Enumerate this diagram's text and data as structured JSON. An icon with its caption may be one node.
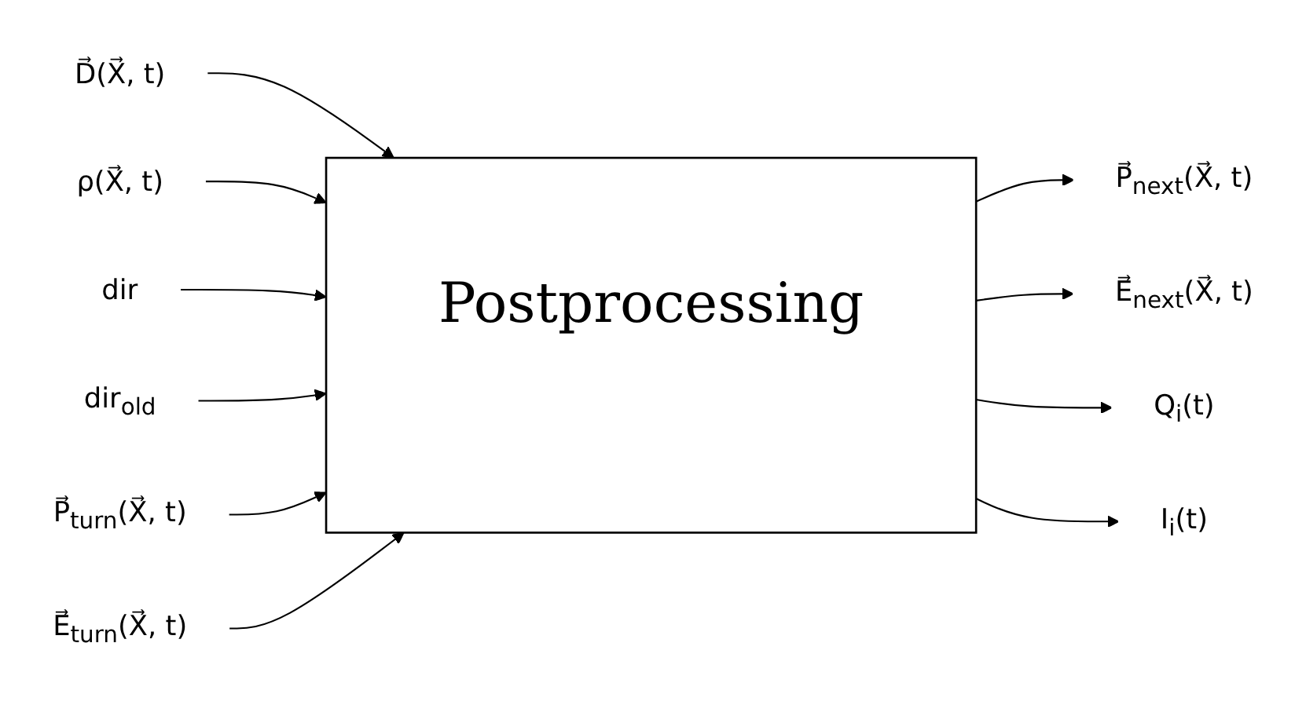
{
  "diagram": {
    "nodes": [
      {
        "text": [
          "D⃗(X⃗, t)"
        ]
      },
      {
        "text": [
          "ρ(X⃗, t)"
        ]
      },
      {
        "text": [
          "dir"
        ]
      },
      {
        "text": [
          "dir$_{old}$"
        ]
      },
      {
        "text": [
          "Postprocessing"
        ]
      },
      {
        "text": [
          "P⃗$_{turn}$(X⃗, t)"
        ]
      },
      {
        "text": [
          "P⃗$_{next}$(X⃗, t)"
        ]
      },
      {
        "text": [
          "E⃗$_{turn}$(X⃗, t)"
        ]
      },
      {
        "text": [
          "E⃗$_{next}$(X⃗, t)"
        ]
      },
      {
        "text": [
          "Q$_{i}$(t)"
        ]
      },
      {
        "text": [
          "I$_{i}$(t)"
        ]
      }
    ],
    "edges": [
      {
        "from": 0,
        "to": 4,
        "arrow": "to"
      },
      {
        "from": 1,
        "to": 4,
        "arrow": "to"
      },
      {
        "from": 2,
        "to": 4,
        "arrow": "to"
      },
      {
        "from": 3,
        "to": 4,
        "arrow": "to"
      },
      {
        "from": 5,
        "to": 4,
        "arrow": "to"
      },
      {
        "from": 7,
        "to": 4,
        "arrow": "to"
      },
      {
        "from": 4,
        "to": 6,
        "arrow": "to"
      },
      {
        "from": 4,
        "to": 8,
        "arrow": "to"
      },
      {
        "from": 4,
        "to": 9,
        "arrow": "to"
      },
      {
        "from": 4,
        "to": 10,
        "arrow": "to"
      }
    ]
  }
}
